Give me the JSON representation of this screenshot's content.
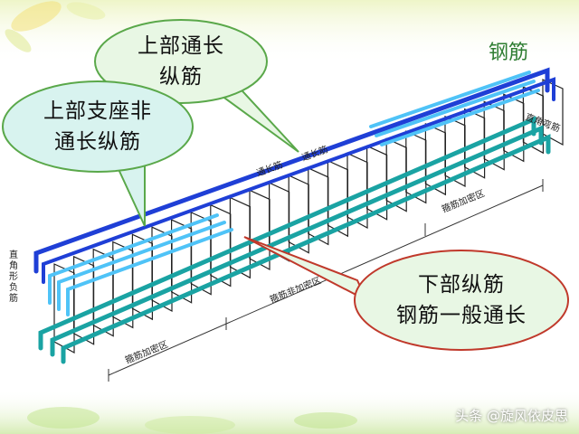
{
  "title": "钢筋",
  "callouts": {
    "top_through": [
      "上部通长",
      "纵筋"
    ],
    "top_support": [
      "上部支座非",
      "通长纵筋"
    ],
    "bottom": [
      "下部纵筋",
      "钢筋一般通长"
    ]
  },
  "labels": {
    "through_bar_1": "通长筋",
    "through_bar_2": "通长筋",
    "right_hook": "直角弯筋",
    "left_hook": "直角形负筋",
    "dense_zone_left": "箍筋加密区",
    "non_dense_zone": "箍筋非加密区",
    "dense_zone_right": "箍筋加密区"
  },
  "watermark": "头条 @旋风依皮思",
  "colors": {
    "blue_bar": "#1f3fd6",
    "light_blue_bar": "#4fc3f7",
    "teal_bar": "#1aa3a3",
    "stirrup": "#222222",
    "callout_fill": "#e8f7e4",
    "callout_fill_cyan": "#d8f3ef",
    "callout_stroke_green": "#5aa84a",
    "callout_stroke_red": "#c0392b",
    "title": "#2e7d32"
  }
}
